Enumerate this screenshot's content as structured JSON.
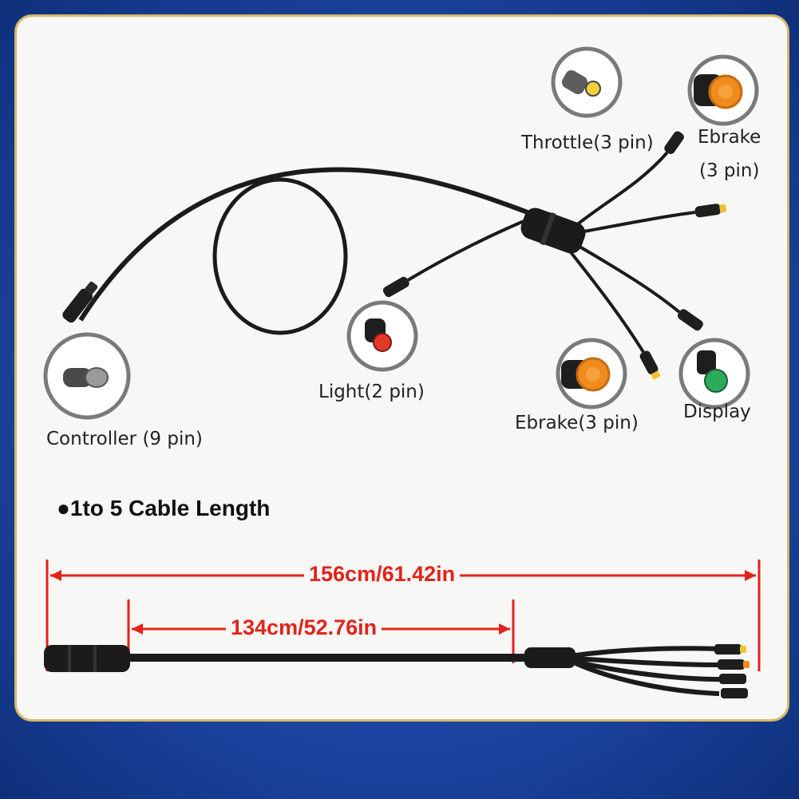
{
  "labels": {
    "throttle": "Throttle(3 pin)",
    "ebrake_top_line1": "Ebrake",
    "ebrake_top_line2": "(3 pin)",
    "light": "Light(2 pin)",
    "ebrake_bottom": "Ebrake(3 pin)",
    "display": "Display",
    "controller": "Controller (9 pin)"
  },
  "heading": "●1to 5 Cable Length",
  "dimensions": {
    "total": "156cm/61.42in",
    "trunk": "134cm/52.76in"
  },
  "colors": {
    "frame_blue": "#1f4aa8",
    "panel_bg": "#f7f7f5",
    "dimension_red": "#e2231a",
    "cable_black": "#1b1b1b",
    "connector_yellow": "#f2c12e",
    "connector_orange": "#f08c1e",
    "connector_red": "#e23a2a",
    "connector_green": "#2faa5a"
  }
}
